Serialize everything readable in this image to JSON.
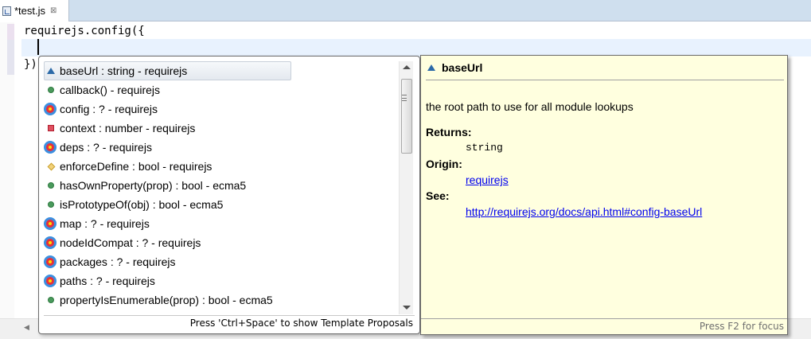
{
  "tab": {
    "label": "*test.js",
    "close_glyph": "⊠"
  },
  "editor": {
    "lines": [
      "requirejs.config({",
      "",
      "})"
    ]
  },
  "proposals": {
    "items": [
      {
        "label": "baseUrl : string - requirejs",
        "icon": "triangle-icon",
        "selected": true
      },
      {
        "label": "callback() - requirejs",
        "icon": "green-dot-icon"
      },
      {
        "label": "config : ? - requirejs",
        "icon": "target-icon"
      },
      {
        "label": "context : number - requirejs",
        "icon": "red-square-icon"
      },
      {
        "label": "deps : ? - requirejs",
        "icon": "target-icon"
      },
      {
        "label": "enforceDefine : bool - requirejs",
        "icon": "diamond-icon"
      },
      {
        "label": "hasOwnProperty(prop) : bool - ecma5",
        "icon": "green-dot-icon"
      },
      {
        "label": "isPrototypeOf(obj) : bool - ecma5",
        "icon": "green-dot-icon"
      },
      {
        "label": "map : ? - requirejs",
        "icon": "target-icon"
      },
      {
        "label": "nodeIdCompat : ? - requirejs",
        "icon": "target-icon"
      },
      {
        "label": "packages : ? - requirejs",
        "icon": "target-icon"
      },
      {
        "label": "paths : ? - requirejs",
        "icon": "target-icon"
      },
      {
        "label": "propertyIsEnumerable(prop) : bool - ecma5",
        "icon": "green-dot-icon"
      }
    ],
    "status": "Press 'Ctrl+Space' to show Template Proposals"
  },
  "info": {
    "title": "baseUrl",
    "description": "the root path to use for all module lookups",
    "returns_label": "Returns:",
    "returns_value": "string",
    "origin_label": "Origin:",
    "origin_value": "requirejs",
    "see_label": "See:",
    "see_value": "http://requirejs.org/docs/api.html#config-baseUrl",
    "status": "Press F2 for focus"
  },
  "colors": {
    "info_background": "#ffffdf",
    "link": "#0000ee",
    "tabbar": "#cfdfee",
    "current_line": "#e8f2fe"
  }
}
